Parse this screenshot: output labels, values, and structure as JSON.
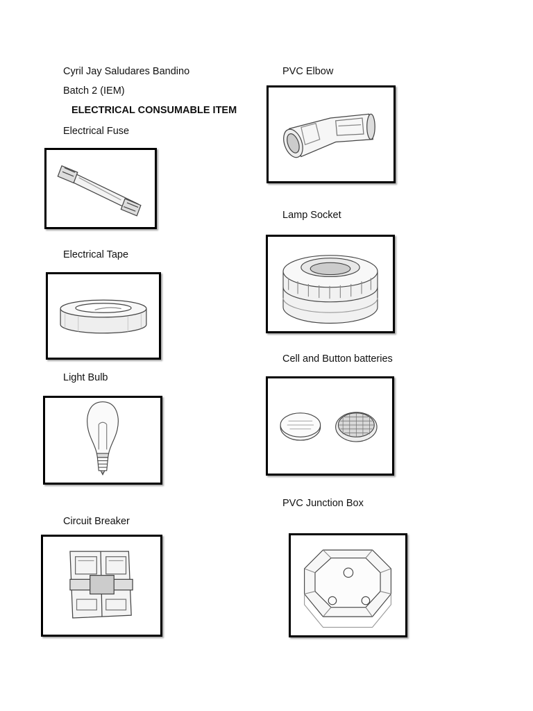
{
  "header": {
    "author": "Cyril Jay Saludares Bandino",
    "batch": "Batch 2 (IEM)",
    "title": "ELECTRICAL CONSUMABLE ITEM"
  },
  "items": {
    "fuse": {
      "label": "Electrical Fuse",
      "icon": "fuse-sketch"
    },
    "tape": {
      "label": "Electrical Tape",
      "icon": "tape-roll-sketch"
    },
    "bulb": {
      "label": "Light Bulb",
      "icon": "light-bulb-sketch"
    },
    "breaker": {
      "label": "Circuit Breaker",
      "icon": "circuit-breaker-sketch"
    },
    "elbow": {
      "label": "PVC Elbow",
      "icon": "pvc-elbow-sketch"
    },
    "socket": {
      "label": "Lamp Socket",
      "icon": "lamp-socket-sketch"
    },
    "batteries": {
      "label": "Cell and Button batteries",
      "icon": "button-battery-sketch"
    },
    "junction": {
      "label": "PVC Junction Box",
      "icon": "junction-box-sketch"
    }
  }
}
